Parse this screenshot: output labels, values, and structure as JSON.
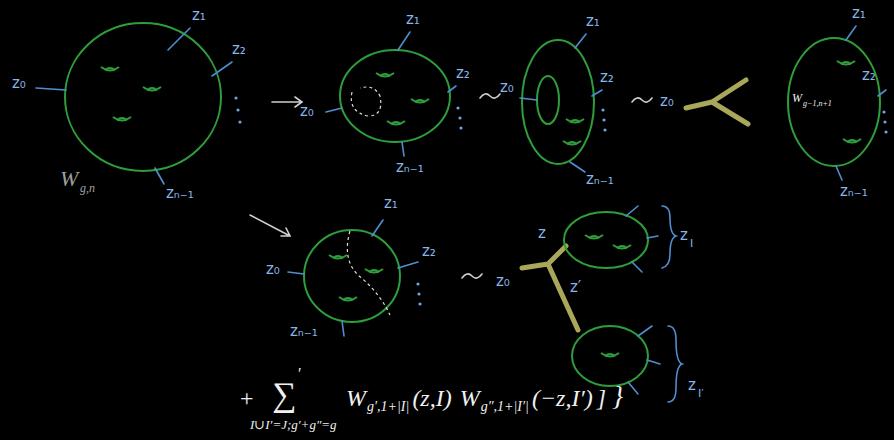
{
  "diagram": {
    "labels": [
      "z₀",
      "z₁",
      "z₂",
      "zₙ₋₁",
      "W",
      "g,n",
      "z₁",
      "z₂",
      "z₀",
      "zₙ₋₁",
      "z₀",
      "z₁",
      "z₂",
      "zₙ₋₁",
      "z₀",
      "z₁",
      "W",
      "g−1,n+1",
      "z₂",
      "zₙ₋₁",
      "z₁",
      "z₂",
      "z₀",
      "zₙ₋₁",
      "z₀",
      "z",
      "z′",
      "z",
      "I",
      "z",
      "I′",
      "+",
      "∑",
      "′",
      "I∪I′=J;g′+g″=g",
      "W",
      "g′,1+|I|",
      "(z,I)",
      "W",
      "g″,1+|I′|",
      "(−z,I′)",
      "]",
      "}"
    ]
  }
}
